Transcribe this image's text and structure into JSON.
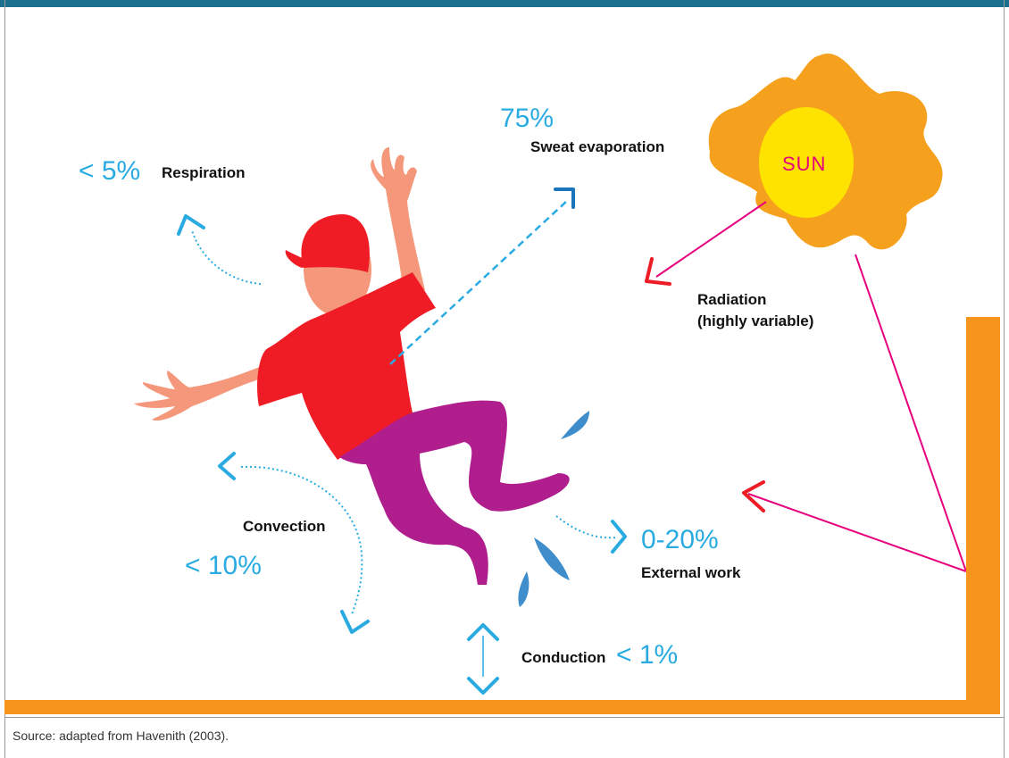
{
  "sun": {
    "label": "SUN"
  },
  "respiration": {
    "value": "< 5%",
    "label": "Respiration"
  },
  "sweat": {
    "value": "75%",
    "label": "Sweat evaporation"
  },
  "radiation": {
    "label_line1": "Radiation",
    "label_line2": "(highly variable)"
  },
  "convection": {
    "label": "Convection",
    "value": "< 10%"
  },
  "external_work": {
    "value": "0-20%",
    "label": "External work"
  },
  "conduction": {
    "label": "Conduction",
    "value": "< 1%"
  },
  "source": "Source: adapted from Havenith (2003).",
  "colors": {
    "accent_blue": "#29abe2",
    "arrow_red": "#ee1c25",
    "line_magenta": "#e6007e",
    "sun_orange": "#f6a11e",
    "sun_core": "#ffe300",
    "floor_orange": "#f7941d",
    "shirt_red": "#ef1c25",
    "pants_purple": "#b01e8e",
    "skin": "#f5977a",
    "drop_blue": "#3f8dcb",
    "top_bar": "#1a6f8f"
  },
  "icons": [
    "sun-icon",
    "person-icon",
    "sweat-drop-icon",
    "arrow-icon"
  ]
}
